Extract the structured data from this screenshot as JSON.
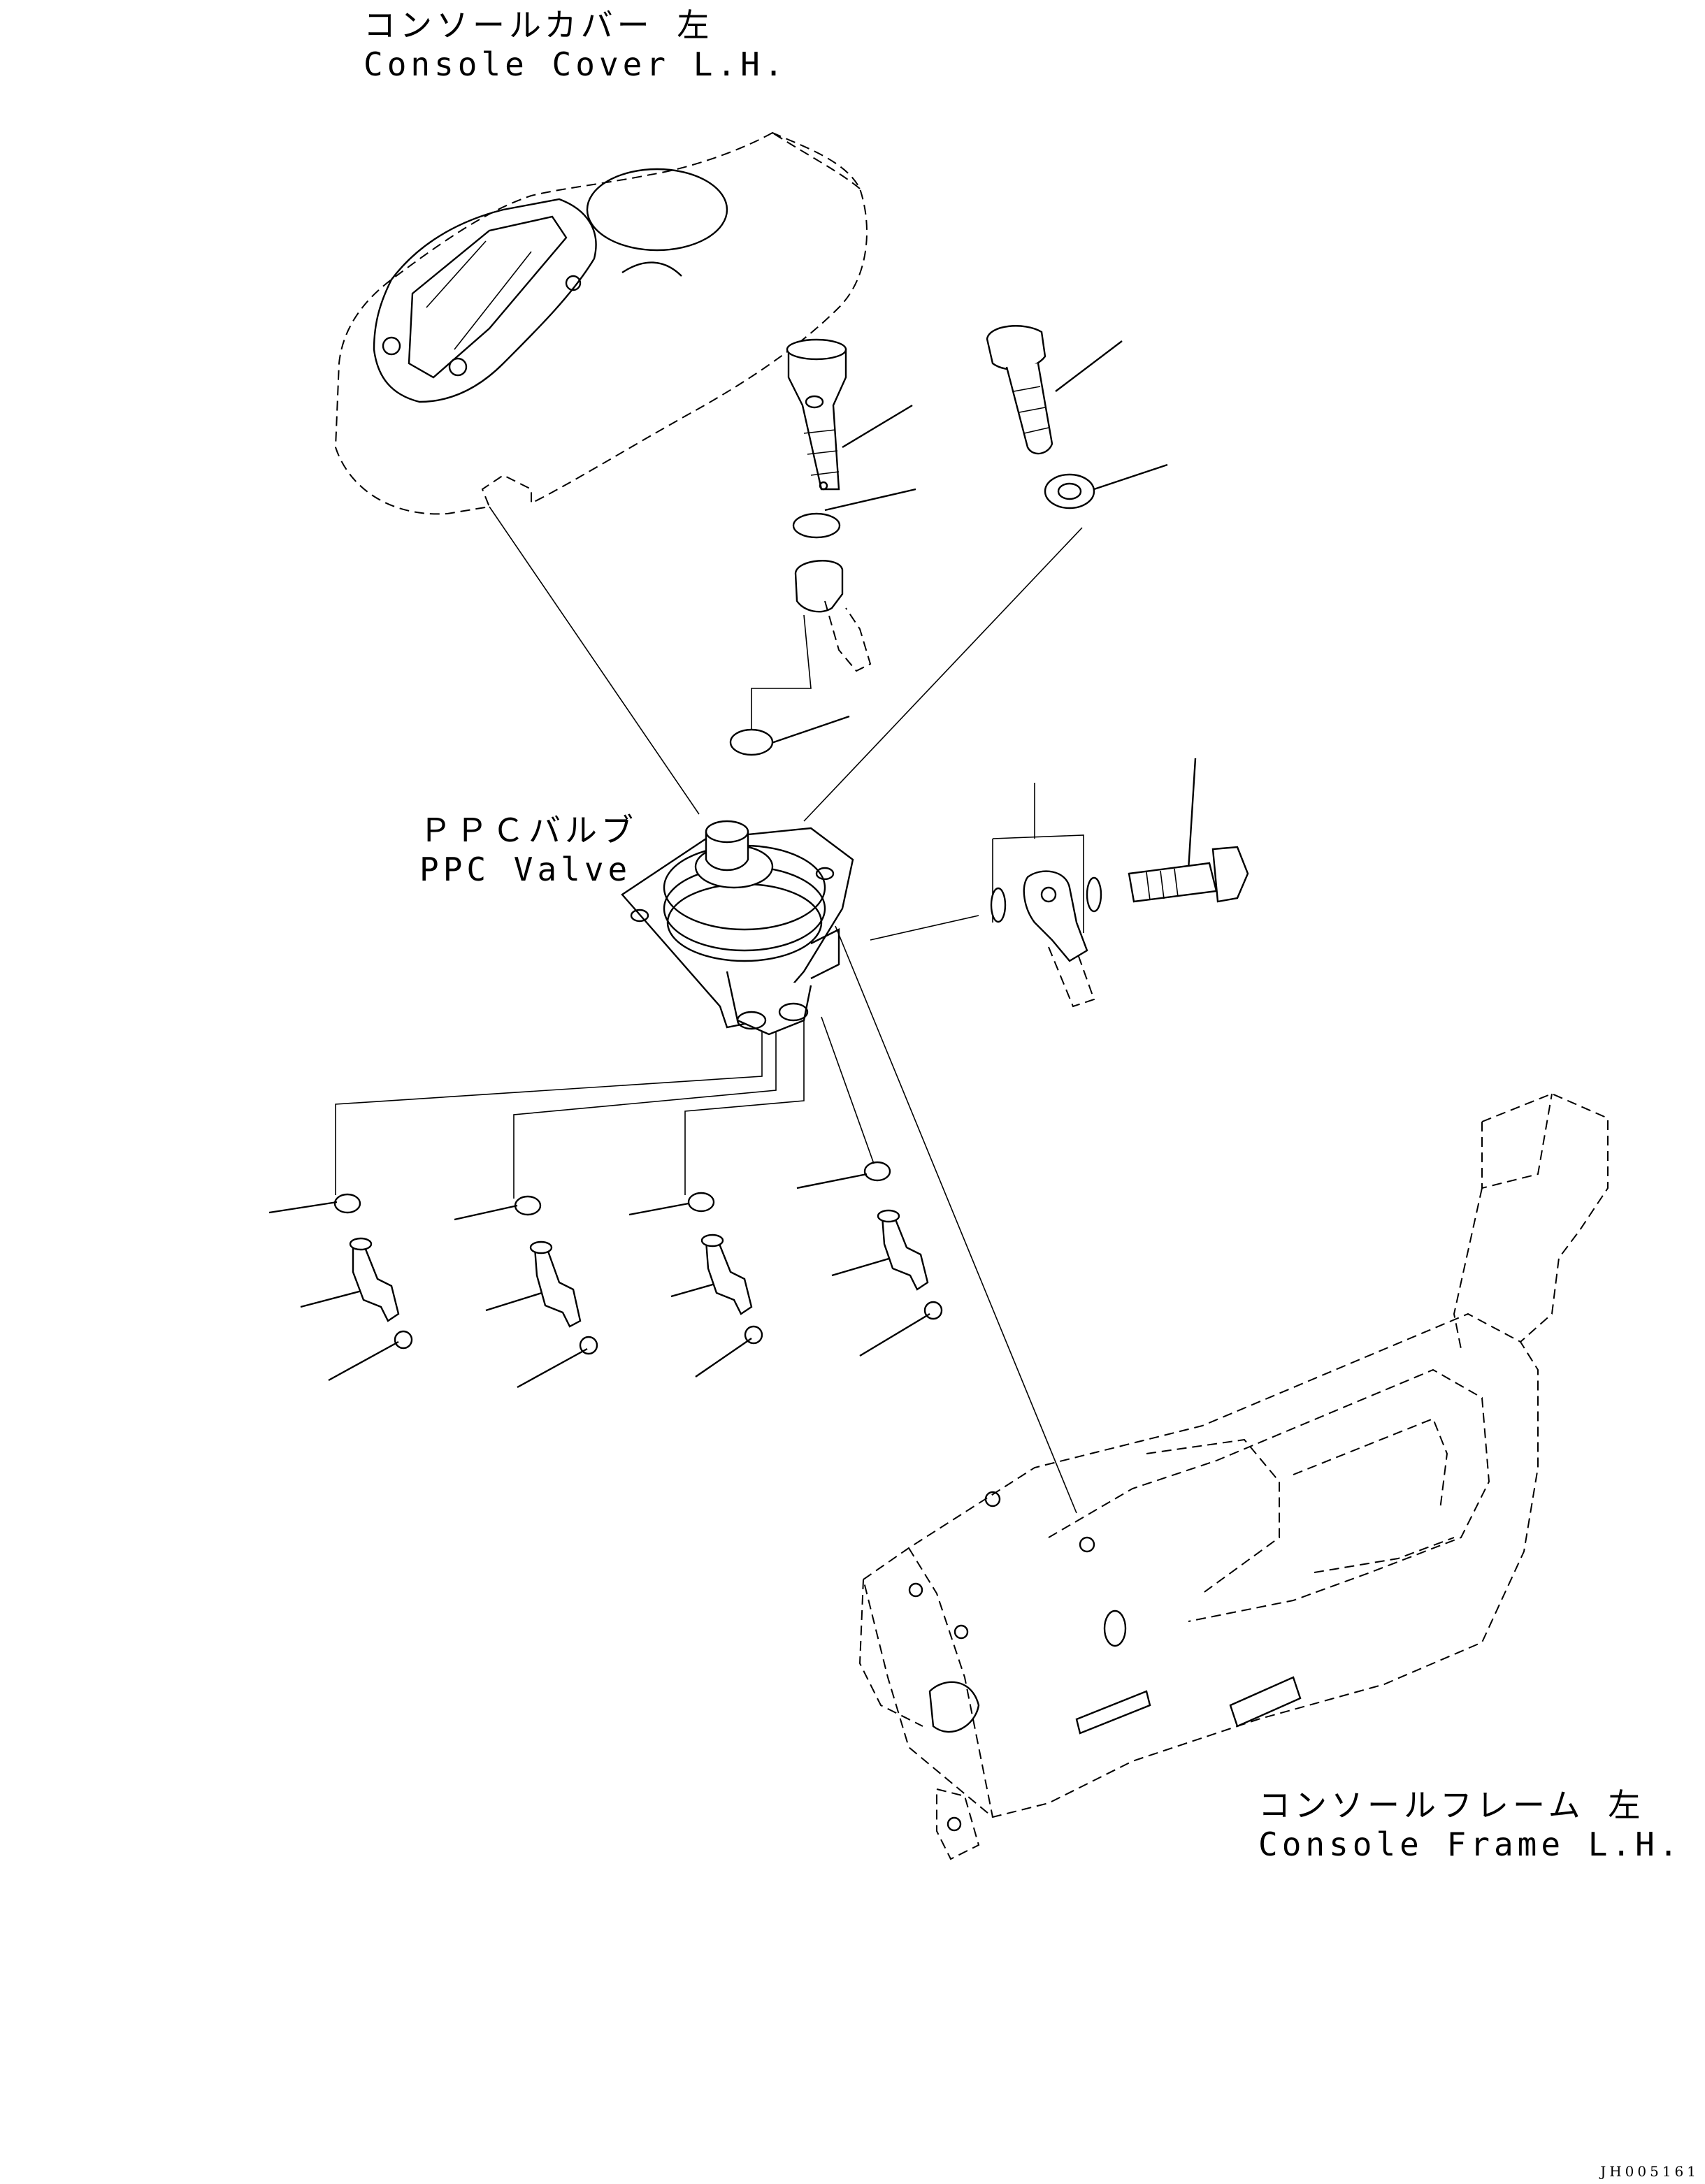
{
  "console_cover": {
    "label_jp": "コンソールカバー 左",
    "label_en": "Console Cover L.H."
  },
  "ppc_valve": {
    "label_jp": "ＰＰＣバルブ",
    "label_en": "PPC Valve"
  },
  "console_frame": {
    "label_jp": "コンソールフレーム 左",
    "label_en": "Console Frame L.H."
  },
  "drawing_number": "JH005161"
}
